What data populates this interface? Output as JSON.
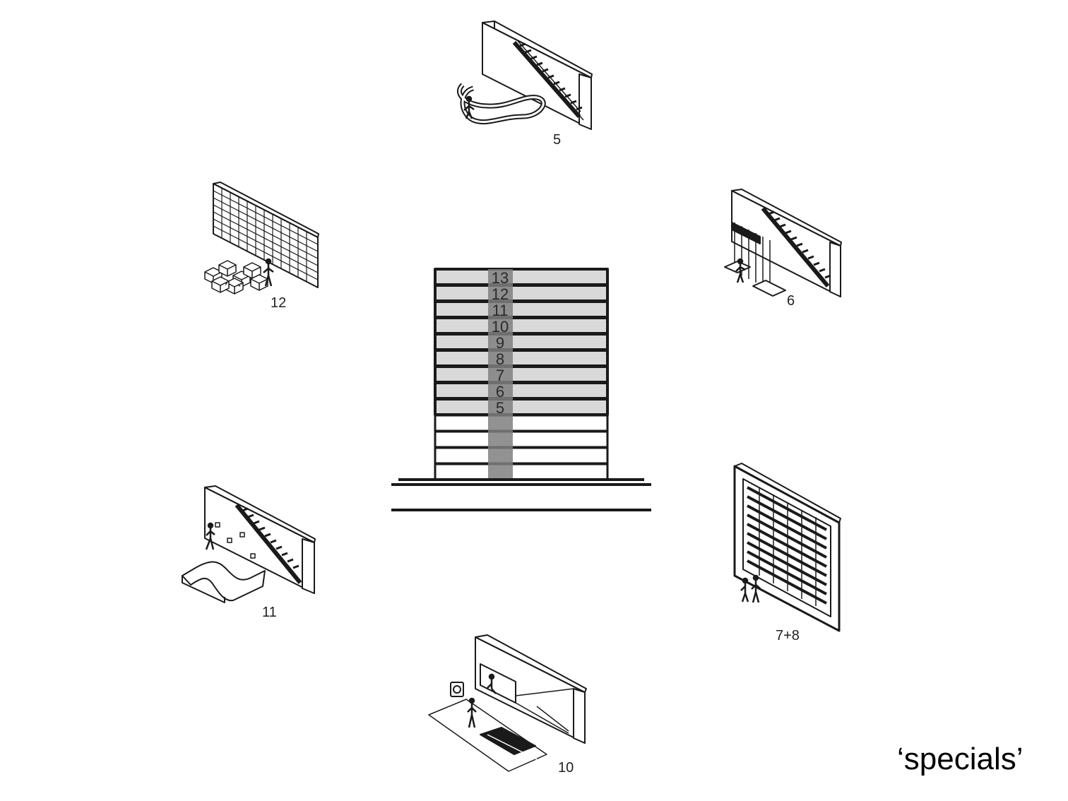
{
  "title": "‘specials’",
  "building": {
    "floor_labels": [
      "13",
      "12",
      "11",
      "10",
      "9",
      "8",
      "7",
      "6",
      "5"
    ]
  },
  "specials": {
    "s5": "5",
    "s6": "6",
    "s78": "7+8",
    "s10": "10",
    "s11": "11",
    "s12": "12"
  },
  "colors": {
    "line": "#1a1a1a",
    "floor_fill": "#d9d9d9",
    "core": "#7f7f7f"
  }
}
